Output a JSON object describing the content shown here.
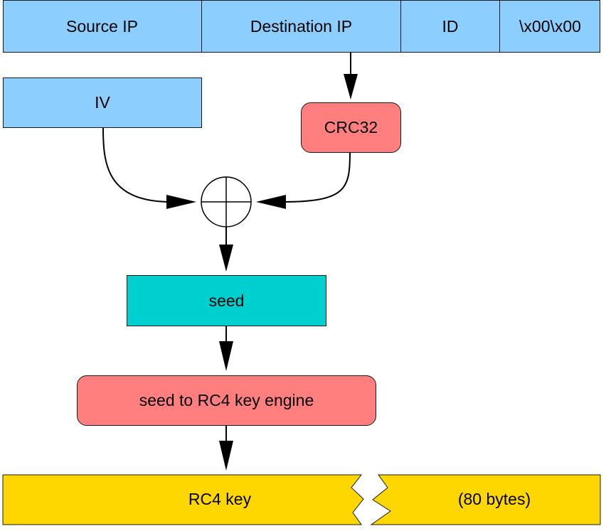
{
  "header_fields": {
    "source_ip": "Source IP",
    "destination_ip": "Destination IP",
    "id": "ID",
    "padding": "\\x00\\x00"
  },
  "iv": "IV",
  "crc32": "CRC32",
  "seed": "seed",
  "engine": "seed to RC4 key engine",
  "rc4_key": "RC4 key",
  "rc4_size": "(80 bytes)",
  "colors": {
    "blue": "#8ccfff",
    "red": "#ff7f7f",
    "teal": "#00cfcf",
    "yellow": "#ffd700"
  }
}
